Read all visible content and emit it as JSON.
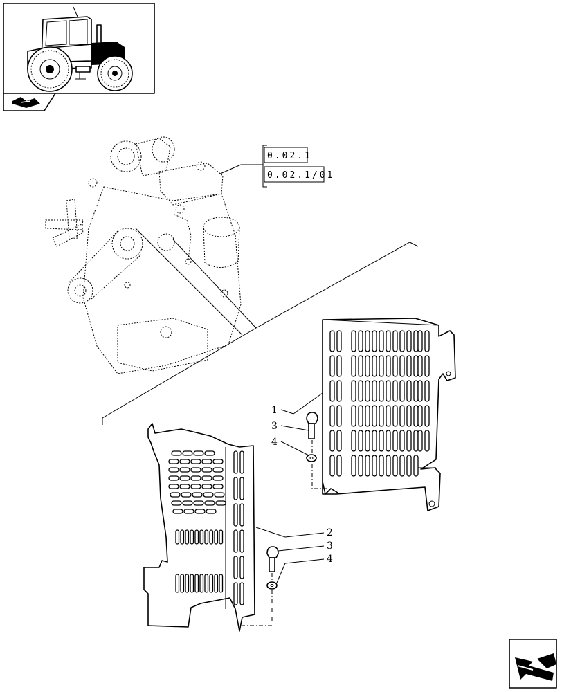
{
  "header": {
    "thumbnail": "tractor-thumbnail",
    "section_icon": "section-arrow-icon"
  },
  "references": [
    "0.02.1",
    "0.02.1/01"
  ],
  "callouts": {
    "upper_shield": [
      "1",
      "3",
      "4"
    ],
    "lower_shield": [
      "2",
      "3",
      "4"
    ]
  },
  "footer": {
    "nav_icon": "next-page-arrow-icon"
  }
}
